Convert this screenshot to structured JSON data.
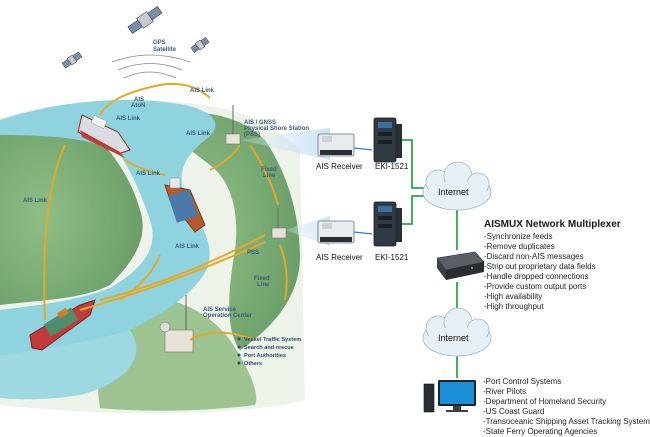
{
  "map": {
    "gps_label_1": "GPS",
    "gps_label_2": "Satellite",
    "ais_link": "AIS Link",
    "aton_1": "AIS",
    "aton_2": "AtoN",
    "pss_1": "AIS / GNSS",
    "pss_2": "Physical Shore Station",
    "pss_3": "(PSS)",
    "fixed_line_1": "Fixed",
    "fixed_line_2": "Line",
    "pss_short": "PSS",
    "center_1": "AIS Service",
    "center_2": "Operation Center",
    "services": [
      "Vessel Traffic System",
      "Search and rescue",
      "Port Authorities",
      "Others"
    ]
  },
  "devices": {
    "receiver_label": "AIS Receiver",
    "eki_label": "EKI-1521"
  },
  "network": {
    "cloud_label": "Internet"
  },
  "aismux": {
    "title": "AISMUX Network Multiplexer",
    "features": [
      "-Synchronize feeds",
      "-Remove duplicates",
      "-Discard non-AIS messages",
      "-Strip out proprietary data fields",
      "-Handle dropped connections",
      "-Provide custom output ports",
      "-High availability",
      "-High throughput"
    ]
  },
  "consumers": [
    "-Port Control Systems",
    "-River Pilots",
    "-Department of Homeland Security",
    "-US Coast Guard",
    "-Transoceanic Shipping Asset Tracking Systems",
    "-State Ferry Operating Agencies"
  ],
  "colors": {
    "link_line": "#e2a92a",
    "network_line": "#2ea84a",
    "water": "#8fd3df",
    "land": "#7fb07a",
    "beam": "#cfe6f4"
  }
}
